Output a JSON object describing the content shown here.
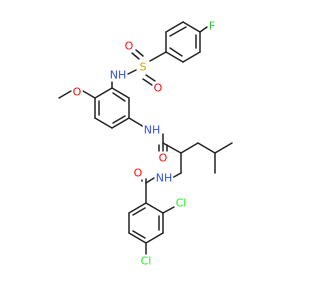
{
  "colors": {
    "bond": "#222222",
    "F": "#33cc33",
    "N": "#3050f8",
    "O": "#ff0d0d",
    "S": "#c8a800",
    "Cl": "#1ff01f"
  },
  "atoms": [
    {
      "name": "fluorine-atom",
      "label": "F",
      "element": "F"
    },
    {
      "name": "sulfur-atom",
      "label": "S",
      "element": "S"
    },
    {
      "name": "sulfonyl-oxygen-left",
      "label": "O",
      "element": "O"
    },
    {
      "name": "sulfonyl-oxygen-right",
      "label": "O",
      "element": "O"
    },
    {
      "name": "sulfonamide-nitrogen",
      "label": "NH",
      "element": "N"
    },
    {
      "name": "methoxy-oxygen",
      "label": "O",
      "element": "O"
    },
    {
      "name": "anilide-nitrogen",
      "label": "NH",
      "element": "N"
    },
    {
      "name": "amide-oxygen-upper",
      "label": "O",
      "element": "O"
    },
    {
      "name": "benzamide-nitrogen",
      "label": "NH",
      "element": "N"
    },
    {
      "name": "amide-oxygen-lower",
      "label": "O",
      "element": "O"
    },
    {
      "name": "chlorine-atom-upper",
      "label": "Cl",
      "element": "Cl"
    },
    {
      "name": "chlorine-atom-lower",
      "label": "Cl",
      "element": "Cl"
    }
  ]
}
